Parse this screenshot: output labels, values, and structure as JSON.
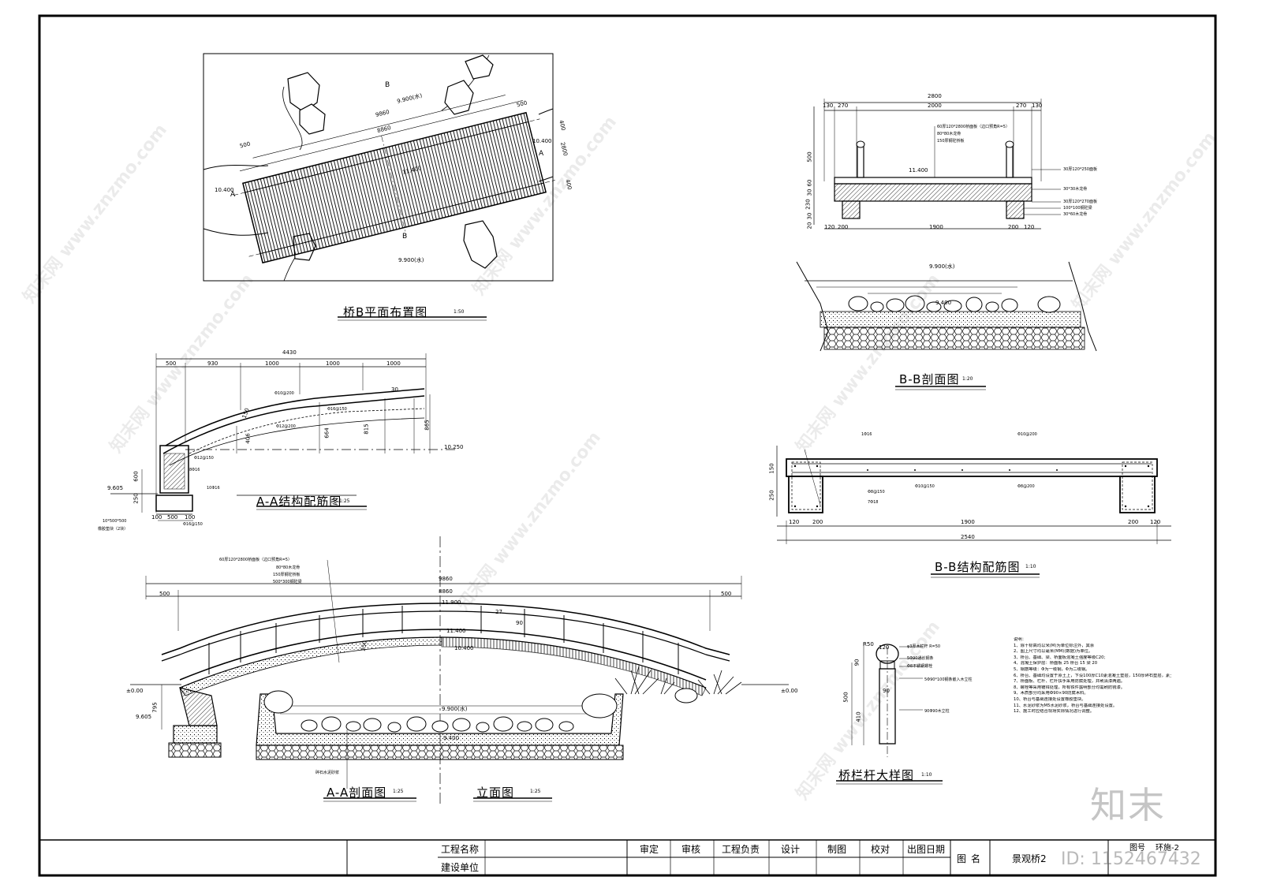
{
  "plan": {
    "title": "桥B平面布置图",
    "scale": "1:50",
    "dims": [
      "9860",
      "8860",
      "500",
      "500",
      "2800",
      "400",
      "400"
    ],
    "elevations": [
      "9.900(水)",
      "9.900(水)",
      "10.400",
      "10.400",
      "11.400"
    ],
    "section_marks": [
      "B",
      "B",
      "A",
      "A"
    ]
  },
  "aa_struct": {
    "title": "A-A结构配筋图",
    "scale": "1:25",
    "top_dims": [
      "4430",
      "500",
      "930",
      "1000",
      "1000",
      "1000"
    ],
    "bottom_dims": [
      "100",
      "500",
      "100"
    ],
    "side_dims": [
      "600",
      "250",
      "406",
      "664",
      "815",
      "865",
      "30",
      "150"
    ],
    "rebar": [
      "Φ10@200",
      "Φ16@150",
      "Φ12@200",
      "Φ12@150",
      "8Φ16",
      "10Φ16",
      "Φ16@150"
    ],
    "elevations": [
      "10.250",
      "9.605"
    ],
    "pad_note": "10*500*500",
    "pad_note2": "橡胶垫块（2块）"
  },
  "elevation": {
    "title": "立面图",
    "scale": "1:25",
    "dims": [
      "9860",
      "8860",
      "500",
      "500",
      "250",
      "795",
      "27",
      "90"
    ],
    "elevations": [
      "11.900",
      "11.400",
      "10.400",
      "±0.00",
      "±0.00",
      "9.605",
      "9.900(水)",
      "9.400"
    ],
    "layers": [
      "60厚120*2800桥面板（边口预角R=5）",
      "80*80木龙骨",
      "150厚钢砼桥板",
      "500*300钢砼梁"
    ]
  },
  "aa_section": {
    "title": "A-A剖面图",
    "scale": "1:25",
    "note": "碎石水泥砂浆"
  },
  "bb_section": {
    "title": "B-B剖面图",
    "scale": "1:20",
    "top_dims": [
      "2800",
      "130",
      "270",
      "2000",
      "270",
      "130"
    ],
    "bottom_dims": [
      "120",
      "200",
      "1900",
      "200",
      "120"
    ],
    "side_dims": [
      "500",
      "60",
      "30",
      "230",
      "30",
      "20"
    ],
    "labels": [
      "60厚120*2800桥面板（边口预角R=5）",
      "80*80木龙骨",
      "150厚钢砼桥板"
    ],
    "right_labels": [
      "30厚120*250面板",
      "30*30木龙骨",
      "30厚120*270面板",
      "100*100钢砼梁",
      "30*60木龙骨"
    ],
    "elevations": [
      "11.400",
      "9.900(水)",
      "9.400"
    ]
  },
  "bb_struct": {
    "title": "B-B结构配筋图",
    "scale": "1:10",
    "dims": [
      "2540",
      "120",
      "200",
      "1900",
      "200",
      "120",
      "150",
      "250"
    ],
    "rebar": [
      "1Φ16",
      "Φ10@200",
      "Φ10@150",
      "Φ8@150",
      "7Φ18",
      "Φ8@200"
    ]
  },
  "railing": {
    "title": "桥栏杆大样图",
    "scale": "1:10",
    "dims": [
      "R50",
      "120",
      "90",
      "90",
      "500",
      "410"
    ],
    "labels": [
      "φ3厚木栏杆 R=50",
      "5Φ90通长钢条",
      "Φ8不锈钢螺栓",
      "5Φ90*100钢条嵌入木立柱",
      "90Φ90木立柱"
    ]
  },
  "notes": {
    "heading": "说明：",
    "items": [
      "1、除十标高均以米(M)为单位标注外，其余",
      "2、图上尺寸均以毫米(MM)(数据)为单位。",
      "3、桥台、基础、梁、桥面板混凝土强度等级C20;",
      "4、混凝土保护层：桥面板 25  桥台 15  梁 20",
      "5、钢筋等级：Φ为一级钢，Φ为二级钢。",
      "6、桥台、基础均设置于原土上，下设100厚C10素混凝土垫层，150厚碎石垫层，素土夯实。",
      "7、桥面板、栏杆、栏杆扶手采用防腐处理，并刷清漆两遍。",
      "8、螺栓等采用镀锌处理，所有铁件露明部分均需刷防锈漆。",
      "9、木质部分均采用Ф90×90防腐木料。",
      "10、桥台与基础连接处设置橡胶垫块。",
      "11、水泥砂浆为M5水泥砂浆，桥台与基础连接处设置。",
      "12、施工时应结合现场实际情况进行调整。"
    ]
  },
  "title_block": {
    "project_name_label": "工程名称",
    "client_label": "建设单位",
    "roles": [
      "审定",
      "审核",
      "工程负责",
      "设计",
      "制图",
      "校对",
      "出图日期"
    ],
    "drawing_name_label": "图名",
    "drawing_name": "景观桥2",
    "drawing_no_label": "图号",
    "drawing_no_partial": "环施-2"
  },
  "branding": {
    "watermark": "知末网 www.znzmo.com",
    "logo": "知末",
    "id": "ID: 1152467432"
  }
}
